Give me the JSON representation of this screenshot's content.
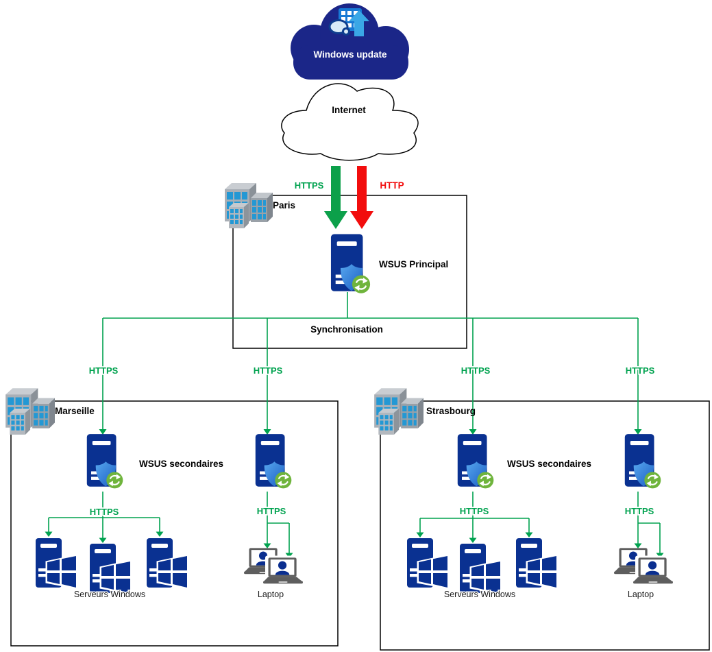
{
  "cloud": {
    "windows_update_label": "Windows update",
    "internet_label": "Internet"
  },
  "wan_links": {
    "https_label": "HTTPS",
    "http_label": "HTTP"
  },
  "paris": {
    "site_name": "Paris",
    "server_label": "WSUS Principal",
    "sync_label": "Synchronisation"
  },
  "sync_branches": [
    {
      "protocol_label": "HTTPS"
    },
    {
      "protocol_label": "HTTPS"
    },
    {
      "protocol_label": "HTTPS"
    },
    {
      "protocol_label": "HTTPS"
    }
  ],
  "sites": [
    {
      "site_name": "Marseille",
      "server_label": "WSUS secondaires",
      "servers_link_label": "HTTPS",
      "laptops_link_label": "HTTPS",
      "servers_caption": "Serveurs Windows",
      "laptops_caption": "Laptop"
    },
    {
      "site_name": "Strasbourg",
      "server_label": "WSUS secondaires",
      "servers_link_label": "HTTPS",
      "laptops_link_label": "HTTPS",
      "servers_caption": "Serveurs Windows",
      "laptops_caption": "Laptop"
    }
  ],
  "colors": {
    "connector_green": "#00a24f",
    "arrow_green": "#0ca04a",
    "arrow_red": "#f20d0d",
    "cloud_navy": "#1b2688",
    "device_navy": "#0a3191",
    "shield_blue": "#3f8fe0",
    "refresh_green": "#6fb43c"
  }
}
